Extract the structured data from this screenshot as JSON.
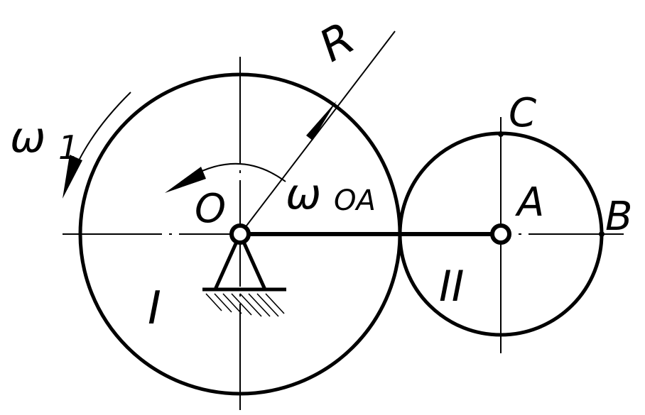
{
  "labels": {
    "radius": "R",
    "omega1": "ω",
    "omega1_sub": "1",
    "omegaOA": "ω",
    "omegaOA_sub": "OA",
    "pivot": "O",
    "center_a": "A",
    "point_b": "B",
    "point_c": "C",
    "gear_1": "I",
    "gear_2": "II"
  },
  "colors": {
    "ink": "#000000",
    "background": "#ffffff"
  }
}
